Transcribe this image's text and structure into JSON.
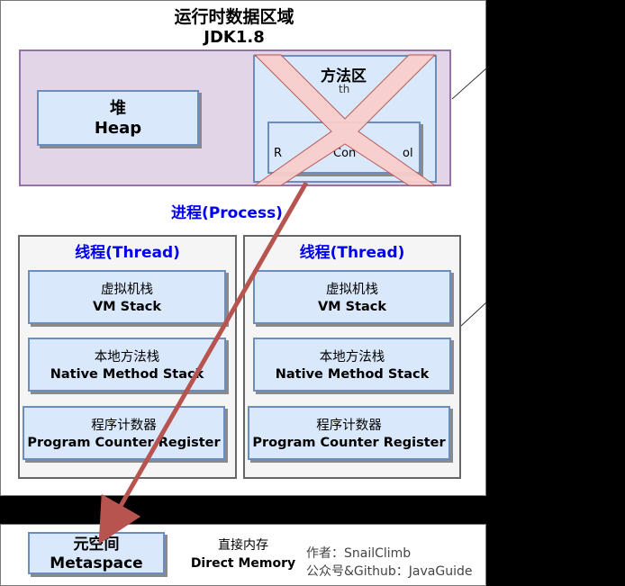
{
  "runtime_area": {
    "title": "运行时数据区域",
    "version": "JDK1.8"
  },
  "heap": {
    "label_cn": "堆",
    "label_en": "Heap"
  },
  "method_area": {
    "label": "方法区",
    "sub_label": "R",
    "runtime_constant_pool_label": "Runtime Constant Pool",
    "pool_left": "R",
    "pool_mid": "Con",
    "pool_right": "ol",
    "header_right": "th"
  },
  "process_label": "进程(Process)",
  "threads": [
    {
      "title": "线程(Thread)",
      "items": [
        {
          "cn": "虚拟机栈",
          "en": "VM Stack"
        },
        {
          "cn": "本地方法栈",
          "en": "Native Method Stack"
        },
        {
          "cn": "程序计数器",
          "en": "Program Counter Register"
        }
      ]
    },
    {
      "title": "线程(Thread)",
      "items": [
        {
          "cn": "虚拟机栈",
          "en": "VM Stack"
        },
        {
          "cn": "本地方法栈",
          "en": "Native Method Stack"
        },
        {
          "cn": "程序计数器",
          "en": "Program Counter Register"
        }
      ]
    }
  ],
  "metaspace": {
    "label_cn": "元空间",
    "label_en": "Metaspace"
  },
  "direct_memory": {
    "label_cn": "直接内存",
    "label_en": "Direct Memory"
  },
  "credit": {
    "author": "作者：SnailClimb",
    "account": "公众号&Github：JavaGuide"
  },
  "colors": {
    "heap_fill": "#e1d5e7",
    "heap_border": "#9673a6",
    "box_fill": "#dae8fc",
    "box_border": "#6c8ebf",
    "cross_fill": "#f8cecc",
    "cross_stroke": "#b85450",
    "arrow": "#b85450",
    "label_blue": "#0000ee"
  }
}
